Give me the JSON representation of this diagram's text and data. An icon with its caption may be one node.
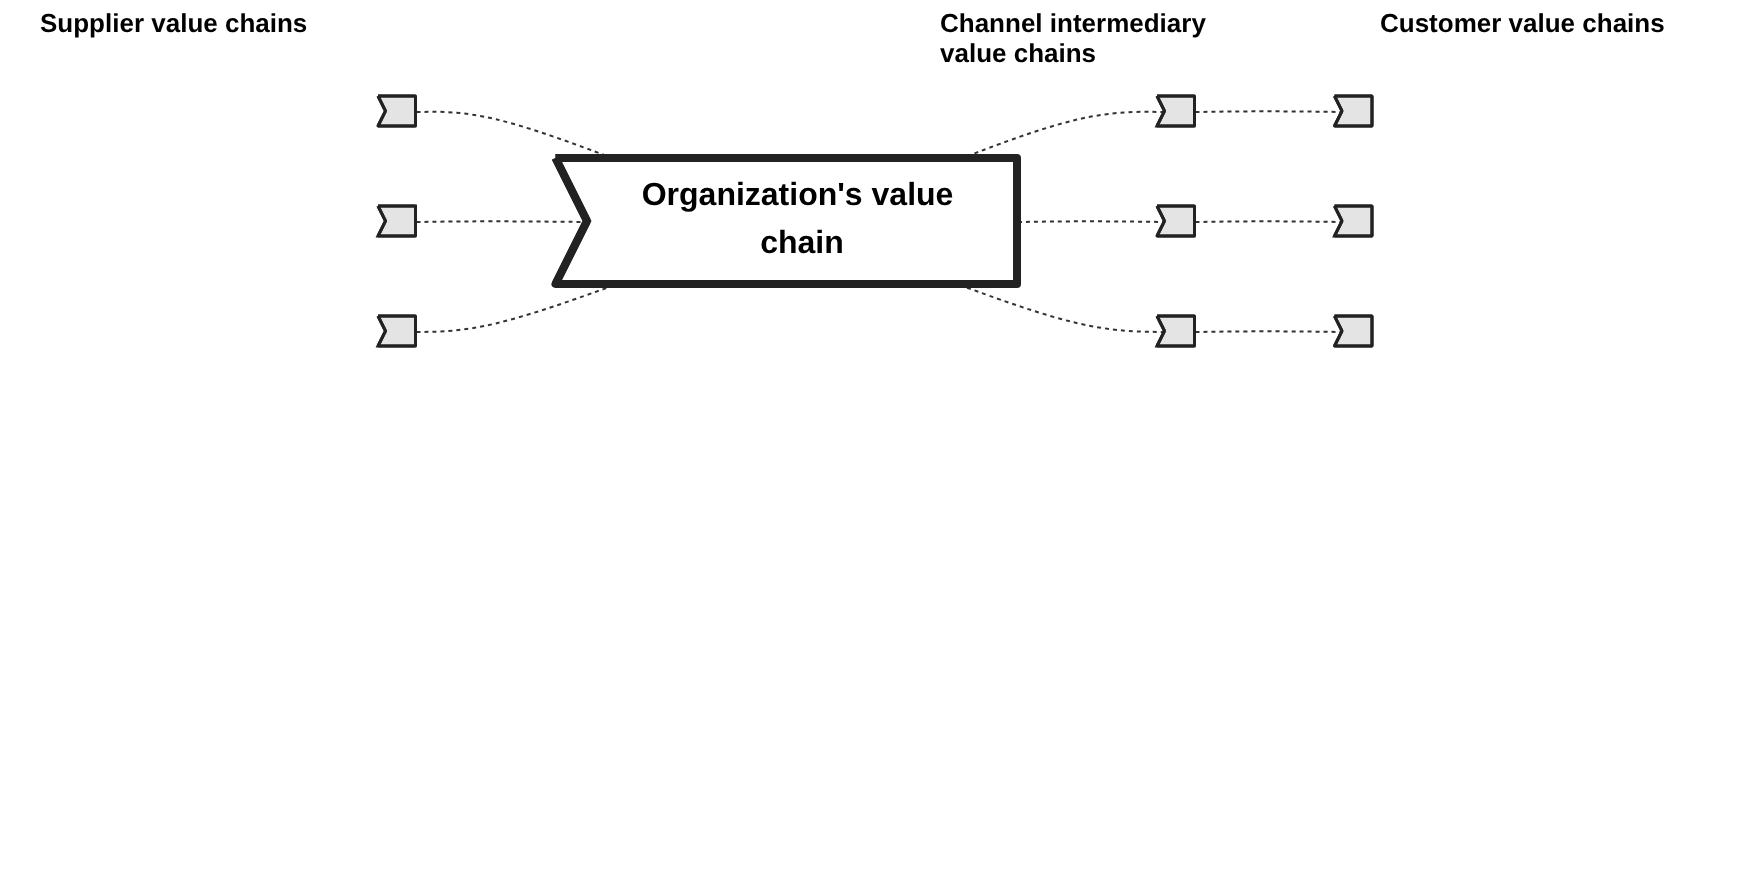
{
  "diagram": {
    "nodes": [
      {
        "text": [],
        "shape": "pentagon"
      },
      {
        "text": [],
        "shape": "pentagon"
      },
      {
        "text": [],
        "shape": "pentagon"
      },
      {
        "text": [
          "Organization's value chain"
        ]
      },
      {
        "text": [],
        "shape": "pentagon"
      },
      {
        "text": [],
        "shape": "pentagon"
      },
      {
        "text": [],
        "shape": "pentagon"
      },
      {
        "text": [],
        "shape": "pentagon"
      },
      {
        "text": [],
        "shape": "pentagon"
      },
      {
        "text": [],
        "shape": "pentagon"
      }
    ],
    "edges": [
      {
        "from": 0,
        "to": 3,
        "arrow": "none",
        "style": "dashed"
      },
      {
        "from": 1,
        "to": 3,
        "arrow": "none",
        "style": "dashed"
      },
      {
        "from": 2,
        "to": 3,
        "arrow": "none",
        "style": "dashed"
      },
      {
        "from": 3,
        "to": 4,
        "arrow": "none",
        "style": "dashed"
      },
      {
        "from": 3,
        "to": 5,
        "arrow": "none",
        "style": "dashed"
      },
      {
        "from": 3,
        "to": 6,
        "arrow": "none",
        "style": "dashed"
      },
      {
        "from": 4,
        "to": 7,
        "arrow": "none",
        "style": "dashed"
      },
      {
        "from": 5,
        "to": 8,
        "arrow": "none",
        "style": "dashed"
      },
      {
        "from": 6,
        "to": 9,
        "arrow": "none",
        "style": "dashed"
      }
    ],
    "labels": [
      "Supplier value chains",
      "Channel intermediary value chains",
      "Customer value chains"
    ]
  }
}
